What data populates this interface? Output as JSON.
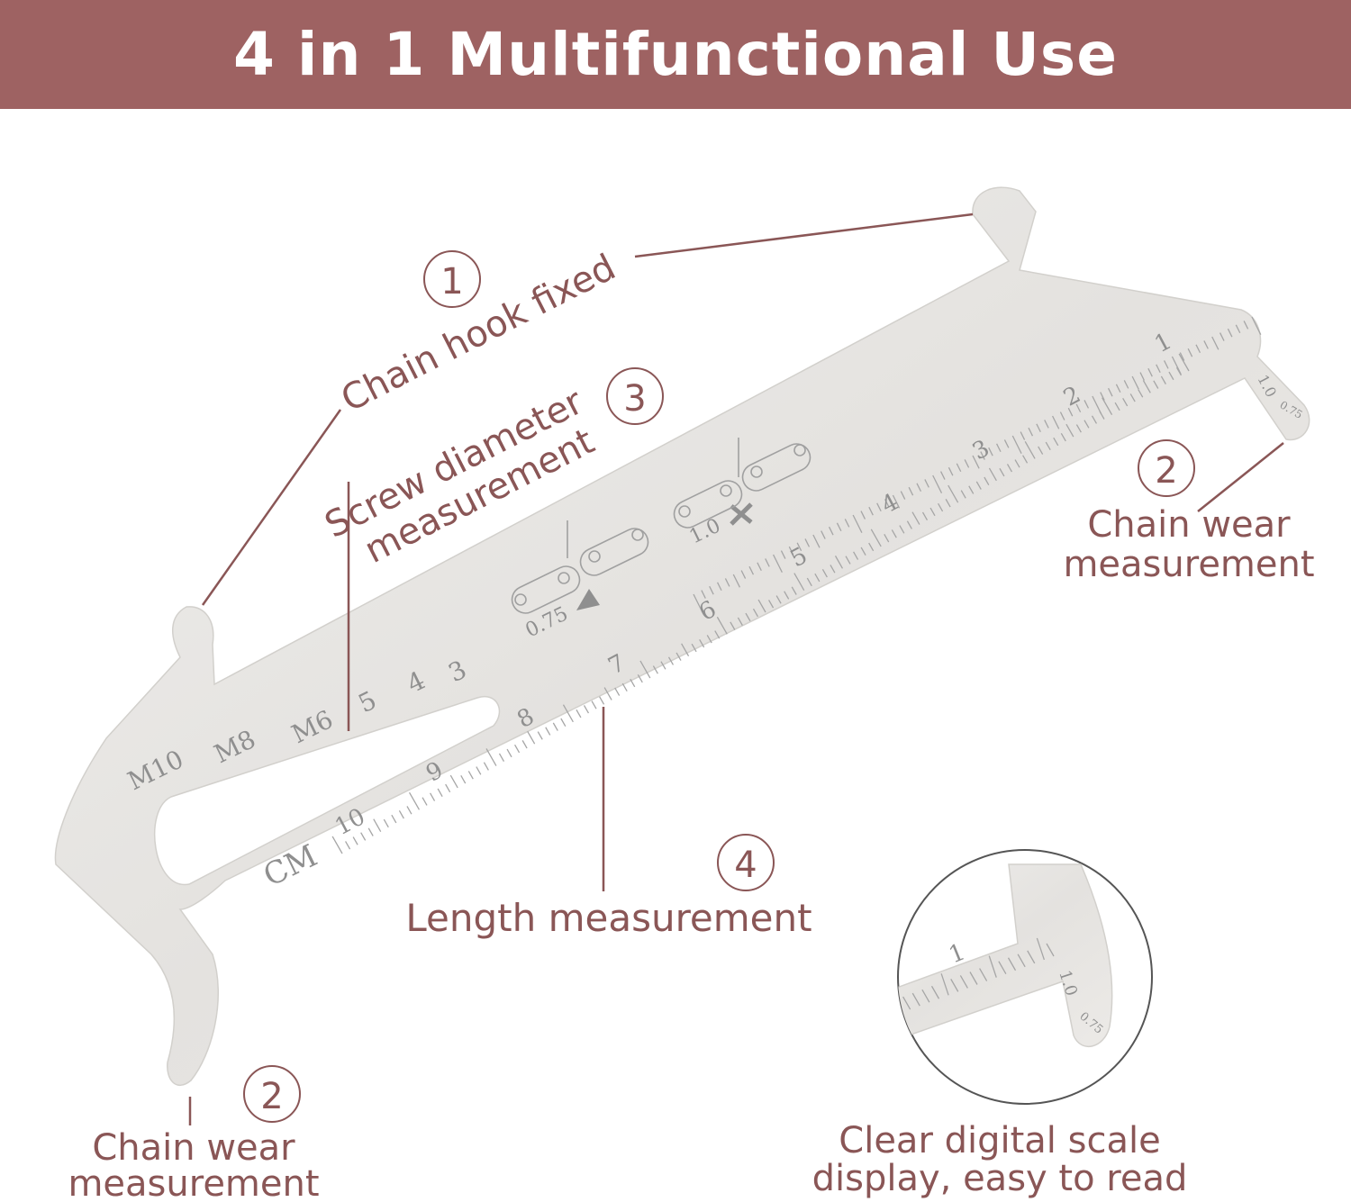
{
  "banner": {
    "title": "4 in 1 Multifunctional Use",
    "color": "#9e6262"
  },
  "accent_color": "#8a5656",
  "callouts": {
    "hook": {
      "number": "1",
      "label": "Chain hook fixed"
    },
    "wear_right": {
      "number": "2",
      "line1": "Chain wear",
      "line2": "measurement"
    },
    "screw": {
      "number": "3",
      "line1": "Screw diameter",
      "line2": "measurement"
    },
    "length": {
      "number": "4",
      "label": "Length measurement"
    },
    "wear_left": {
      "number": "2",
      "line1": "Chain wear",
      "line2": "measurement"
    },
    "scale": {
      "line1": "Clear digital scale",
      "line2": "display, easy to read"
    }
  },
  "tool": {
    "unit": "CM",
    "screw_sizes": [
      "M10",
      "M8",
      "M6"
    ],
    "slot_sizes": [
      "5",
      "4",
      "3"
    ],
    "scale_numbers": [
      "1",
      "2",
      "3",
      "4",
      "5",
      "6",
      "7",
      "8",
      "9",
      "10"
    ],
    "wear_0_75": "0.75",
    "wear_1_0": "1.0",
    "tip_1_0": "1.0",
    "tip_0_75": "0.75"
  },
  "zoom": {
    "number": "1",
    "tip_1_0": "1.0",
    "tip_0_75": "0.75"
  }
}
